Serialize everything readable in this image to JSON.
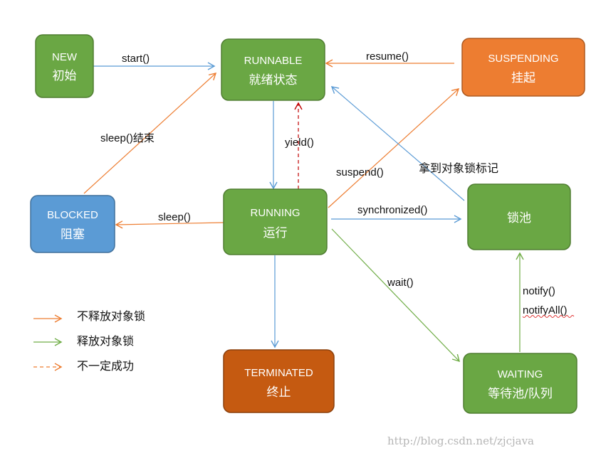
{
  "colors": {
    "green": "#6aa744",
    "green_border": "#507e32",
    "blue": "#5b9bd5",
    "blue_border": "#41719c",
    "orange": "#ed7d31",
    "orange_border": "#ae5a21",
    "dark_orange": "#c55a11",
    "dark_orange_border": "#8c400c",
    "arrow_blue": "#5b9bd5",
    "arrow_orange": "#ed7d31",
    "arrow_green": "#70ad47",
    "arrow_red": "#c00000"
  },
  "nodes": {
    "new": {
      "en": "NEW",
      "cn": "初始"
    },
    "runnable": {
      "en": "RUNNABLE",
      "cn": "就绪状态"
    },
    "suspending": {
      "en": "SUSPENDING",
      "cn": "挂起"
    },
    "blocked": {
      "en": "BLOCKED",
      "cn": "阻塞"
    },
    "running": {
      "en": "RUNNING",
      "cn": "运行"
    },
    "lock_pool": {
      "cn": "锁池"
    },
    "terminated": {
      "en": "TERMINATED",
      "cn": "终止"
    },
    "waiting": {
      "en": "WAITING",
      "cn": "等待池/队列"
    }
  },
  "edges": {
    "start": "start()",
    "resume": "resume()",
    "sleep_end": "sleep()结束",
    "yield": "yield()",
    "suspend": "suspend()",
    "get_lock": "拿到对象锁标记",
    "sleep": "sleep()",
    "synchronized": "synchronized()",
    "wait": "wait()",
    "notify": "notify()",
    "notify_all": "notifyAll()"
  },
  "legend": {
    "no_release": "不释放对象锁",
    "release": "释放对象锁",
    "not_guaranteed": "不一定成功"
  },
  "watermark": "http://blog.csdn.net/zjcjava"
}
